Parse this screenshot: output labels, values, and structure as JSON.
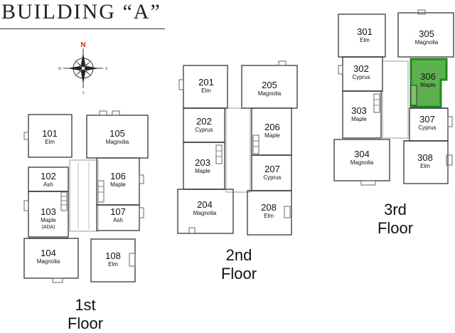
{
  "title": "BUILDING “A”",
  "compass": {
    "north": "N",
    "west": "W",
    "east": "E",
    "south": "S"
  },
  "colors": {
    "highlight": "#5db04f",
    "highlight_border": "#1f8a1f",
    "divider": "#2a3d8f"
  },
  "floors": [
    {
      "line1": "1st",
      "line2": "Floor"
    },
    {
      "line1": "2nd",
      "line2": "Floor"
    },
    {
      "line1": "3rd",
      "line2": "Floor"
    }
  ],
  "units": [
    {
      "num": "101",
      "type": "Elm"
    },
    {
      "num": "102",
      "type": "Ash"
    },
    {
      "num": "103",
      "type": "Maple",
      "sub": "(ADA)"
    },
    {
      "num": "104",
      "type": "Magnolia"
    },
    {
      "num": "105",
      "type": "Magnolia"
    },
    {
      "num": "106",
      "type": "Maple"
    },
    {
      "num": "107",
      "type": "Ash"
    },
    {
      "num": "108",
      "type": "Elm"
    },
    {
      "num": "201",
      "type": "Elm"
    },
    {
      "num": "202",
      "type": "Cyprus"
    },
    {
      "num": "203",
      "type": "Maple"
    },
    {
      "num": "204",
      "type": "Magnolia"
    },
    {
      "num": "205",
      "type": "Magnolia"
    },
    {
      "num": "206",
      "type": "Maple"
    },
    {
      "num": "207",
      "type": "Cyprus"
    },
    {
      "num": "208",
      "type": "Elm"
    },
    {
      "num": "301",
      "type": "Elm"
    },
    {
      "num": "302",
      "type": "Cyprus"
    },
    {
      "num": "303",
      "type": "Maple"
    },
    {
      "num": "304",
      "type": "Magnolia"
    },
    {
      "num": "305",
      "type": "Magnolia"
    },
    {
      "num": "306",
      "type": "Maple",
      "highlighted": true
    },
    {
      "num": "307",
      "type": "Cyprus"
    },
    {
      "num": "308",
      "type": "Elm"
    }
  ]
}
